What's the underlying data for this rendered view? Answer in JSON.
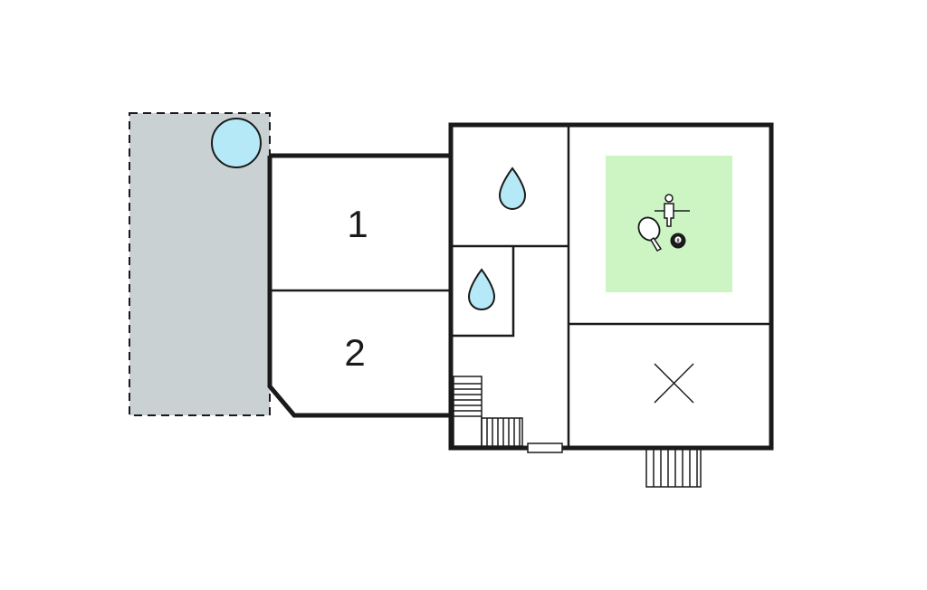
{
  "rooms": {
    "bedroom_1": {
      "label": "1"
    },
    "bedroom_2": {
      "label": "2"
    }
  },
  "icons": {
    "pool": "circle-icon",
    "bathroom": "water-drop-icon",
    "games": [
      "foosball-icon",
      "table-tennis-icon",
      "billiard-ball-icon"
    ],
    "unavailable": "cross-icon",
    "stairs": "stairs-icon"
  },
  "games": {
    "billiard_ball_number": "8"
  },
  "colors": {
    "terrace": "#c9d1d3",
    "pool": "#b6e9f7",
    "water": "#b6e9f7",
    "games_area": "#cdf5c4",
    "wall": "#1a1a1a",
    "background": "#ffffff"
  }
}
